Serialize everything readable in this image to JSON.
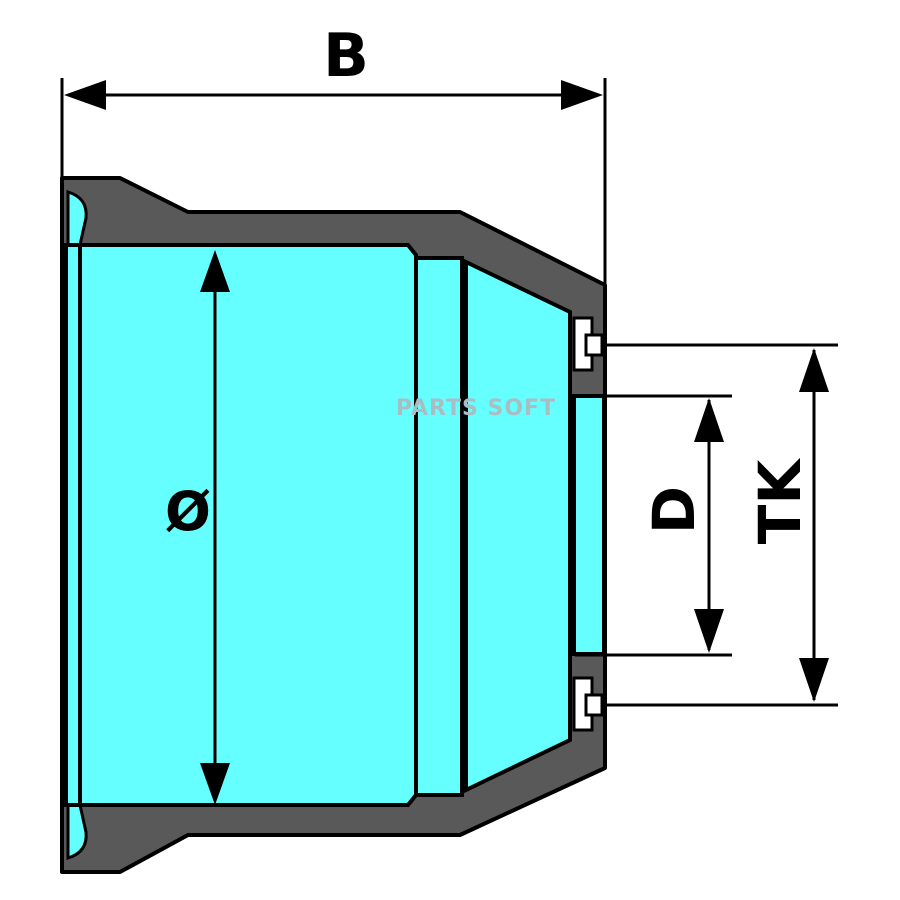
{
  "labels": {
    "width": "B",
    "diameter": "Ø",
    "bore": "D",
    "bolt_circle": "TK"
  },
  "watermark": "PARTS SOFT",
  "colors": {
    "body": "#595959",
    "inner": "#66ffff",
    "outline": "#000000",
    "stud": "#ffffff",
    "watermark": "#a9bdc2"
  }
}
